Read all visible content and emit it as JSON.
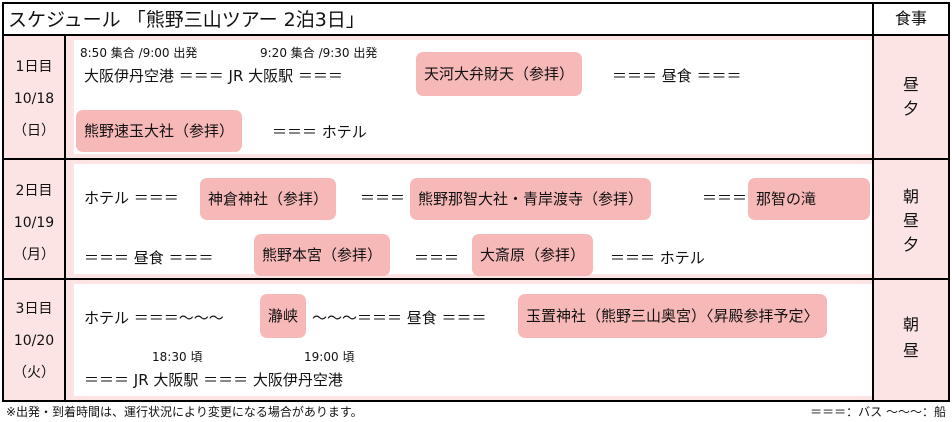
{
  "header": {
    "title": "スケジュール 「熊野三山ツアー 2泊3日」",
    "meal_label": "食事"
  },
  "days": [
    {
      "label": "1日目",
      "date": "10/18",
      "weekday": "（日）",
      "meals": [
        "昼",
        "夕"
      ],
      "times": [
        "8:50 集合 /9:00 出発",
        "9:20 集合 /9:30 出発"
      ],
      "line1": [
        "大阪伊丹空港 ＝＝＝ JR 大阪駅 ＝＝＝",
        "天河大弁財天（参拝）",
        "＝＝＝ 昼食 ＝＝＝"
      ],
      "line2": [
        "熊野速玉大社（参拝）",
        "＝＝＝ ホテル"
      ]
    },
    {
      "label": "2日目",
      "date": "10/19",
      "weekday": "（月）",
      "meals": [
        "朝",
        "昼",
        "夕"
      ],
      "line1": [
        "ホテル ＝＝＝",
        "神倉神社（参拝）",
        "＝＝＝",
        "熊野那智大社・青岸渡寺（参拝）",
        "＝＝＝",
        "那智の滝"
      ],
      "line2": [
        "＝＝＝ 昼食 ＝＝＝",
        "熊野本宮（参拝）",
        "＝＝＝",
        "大斎原（参拝）",
        "＝＝＝ ホテル"
      ]
    },
    {
      "label": "3日目",
      "date": "10/20",
      "weekday": "（火）",
      "meals": [
        "朝",
        "昼"
      ],
      "times": [
        "18:30 頃",
        "19:00 頃"
      ],
      "line1": [
        "ホテル ＝＝＝～～～",
        "瀞峡",
        "～～～＝＝＝ 昼食 ＝＝＝",
        "玉置神社（熊野三山奥宮）〈昇殿参拝予定〉"
      ],
      "line2": [
        "＝＝＝ JR 大阪駅 ＝＝＝ 大阪伊丹空港"
      ]
    }
  ],
  "footer": {
    "note": "※出発・到着時間は、運行状況により変更になる場合があります。",
    "legend": "＝＝＝：バス ～～～：船"
  }
}
